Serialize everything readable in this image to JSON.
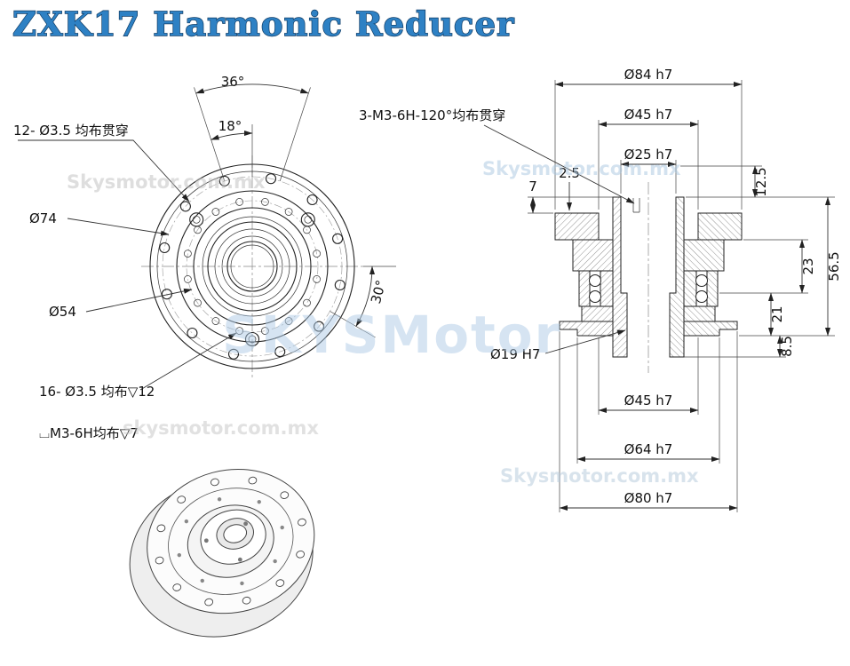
{
  "title": "ZXK17 Harmonic Reducer",
  "colors": {
    "title_fill": "#2e81c4",
    "title_outline": "#0e3a63",
    "watermark_blue": "#aecbe6",
    "watermark_gray": "#c6c6c6",
    "line": "#222222"
  },
  "watermarks": {
    "top_left": "Skysmotor.com.mx",
    "top_right": "Skysmotor.com.mx",
    "center": "SKYSMotor",
    "bottom_left": "skysmotor.com.mx",
    "bottom_right": "Skysmotor.com.mx"
  },
  "front_view": {
    "angle_36": "36°",
    "angle_18": "18°",
    "angle_30": "30°",
    "holes_12": "12- Ø3.5 均布贯穿",
    "dia_74": "Ø74",
    "dia_54": "Ø54",
    "holes_16": "16- Ø3.5 均布▽12",
    "counterbore": "⌴M3-6H均布▽7"
  },
  "section_view": {
    "holes_3m3": "3-M3-6H-120°均布贯穿",
    "dia_84": "Ø84 h7",
    "dia_45_top": "Ø45 h7",
    "dia_25": "Ø25 h7",
    "dim_7": "7",
    "dim_2_5": "2.5",
    "dim_12_5": "12.5",
    "dim_23": "23",
    "dim_56_5": "56.5",
    "dim_21": "21",
    "dim_8_5": "8.5",
    "dia_19": "Ø19 H7",
    "dia_45_bottom": "Ø45 h7",
    "dia_64": "Ø64 h7",
    "dia_80": "Ø80 h7"
  }
}
